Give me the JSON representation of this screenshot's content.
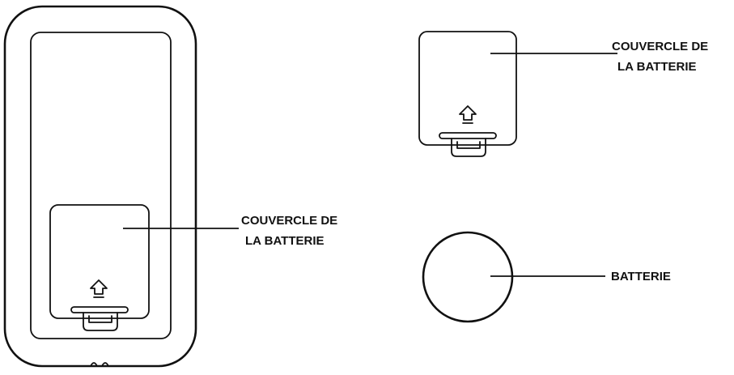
{
  "labels": {
    "cover_label_1_line1": "COUVERCLE DE",
    "cover_label_1_line2": "LA BATTERIE",
    "cover_label_2_line1": "COUVERCLE DE",
    "cover_label_2_line2": "LA BATTERIE",
    "battery_label": "BATTERIE"
  },
  "icons": {
    "unlock_arrow": "up-arrow-icon",
    "release_tab": "tab-icon"
  },
  "colors": {
    "line": "#111111",
    "background": "#ffffff"
  }
}
